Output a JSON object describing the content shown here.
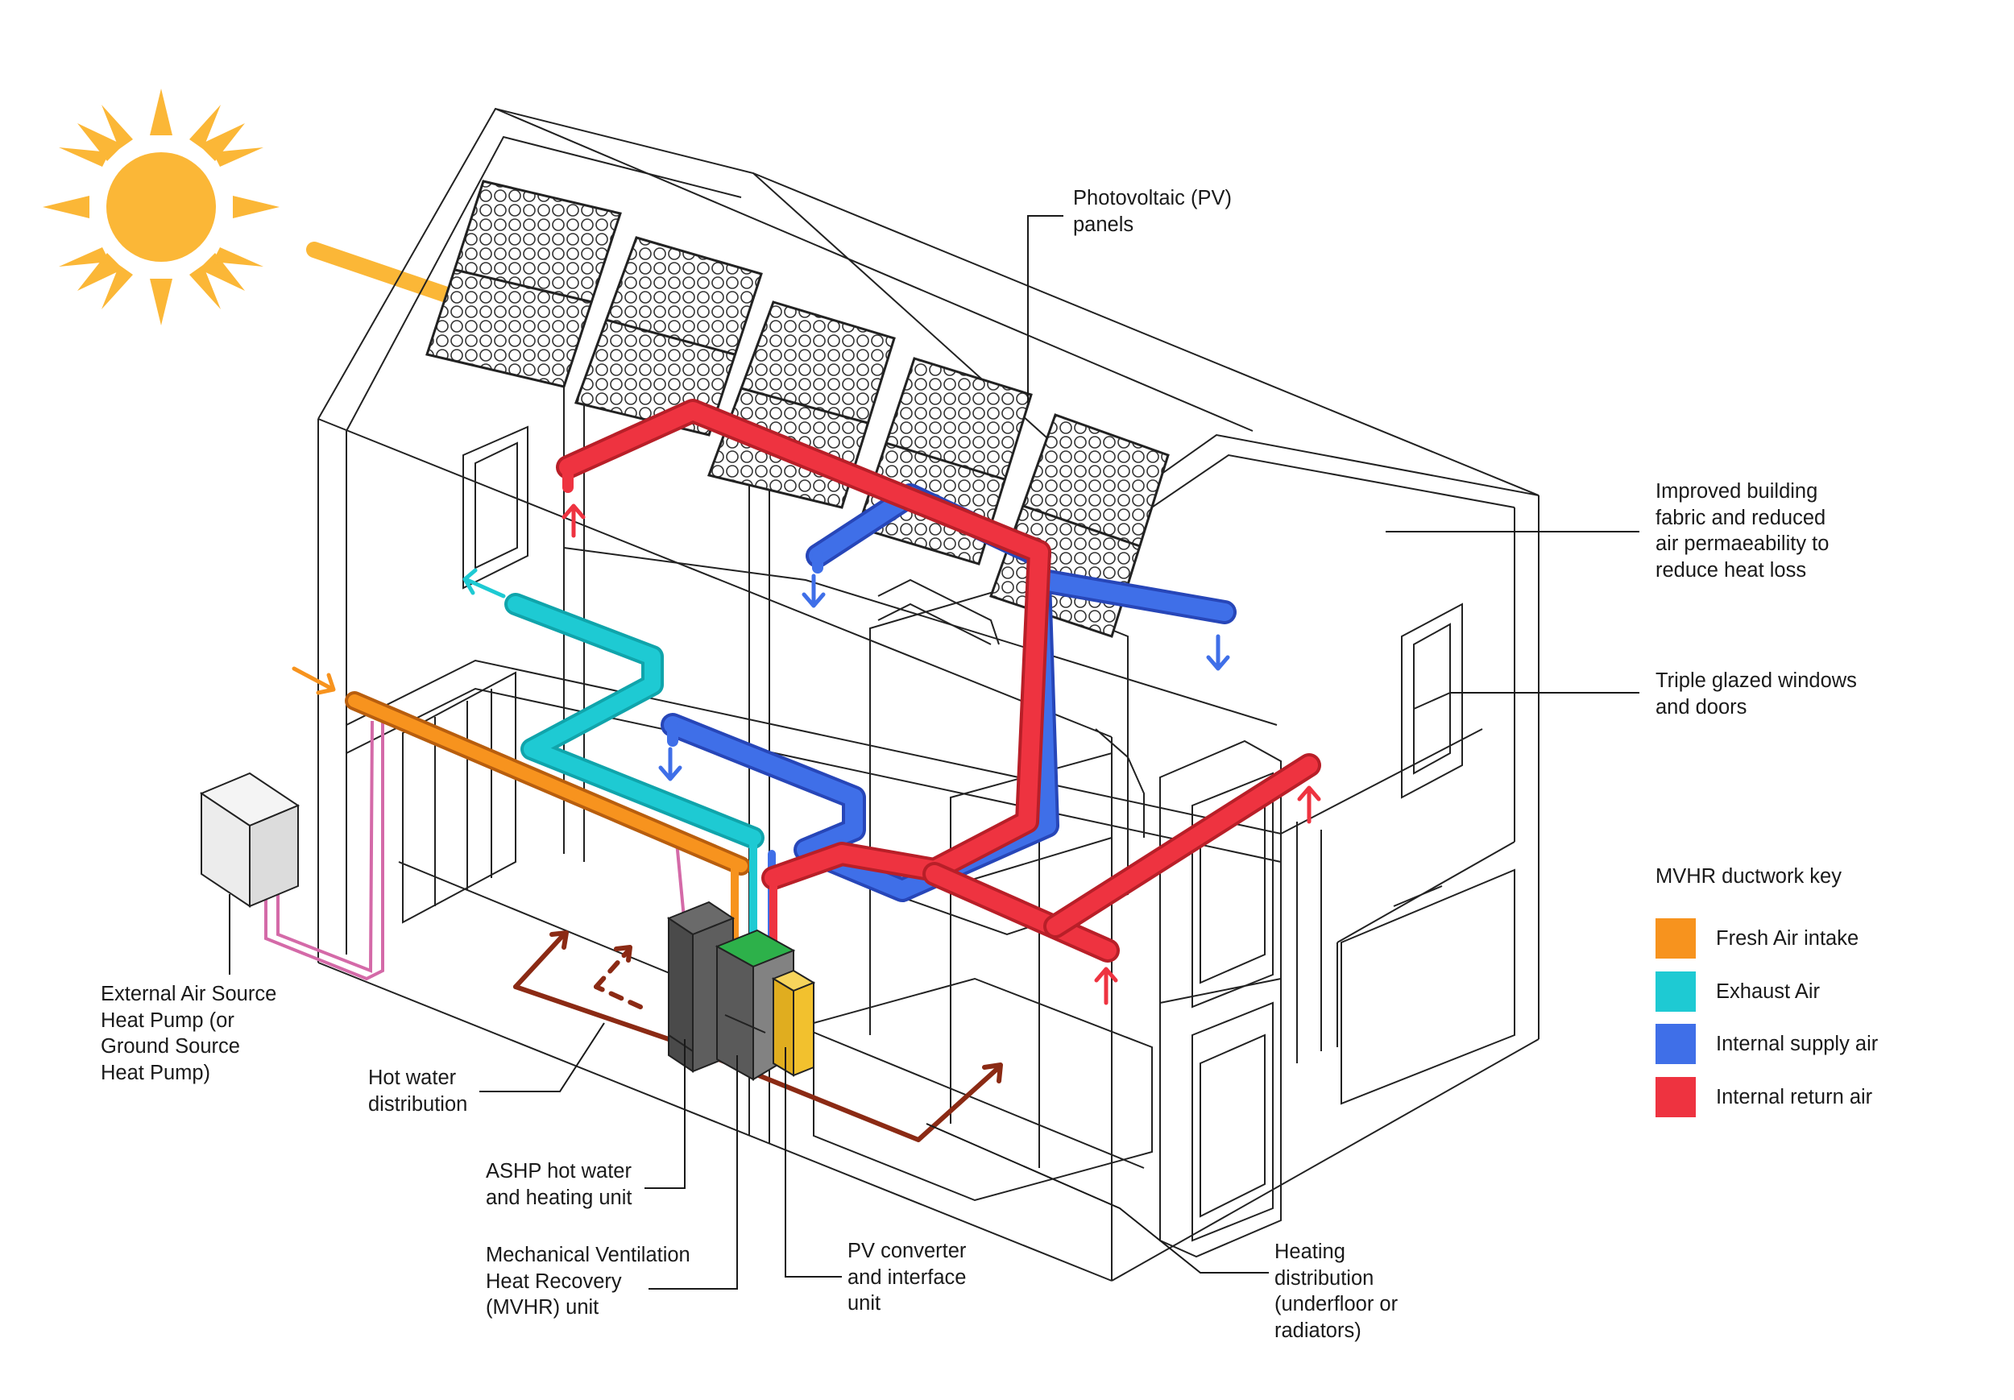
{
  "labels": {
    "pv_panels": [
      "Photovoltaic (PV)",
      "panels"
    ],
    "building_fabric": [
      "Improved building",
      "fabric and reduced",
      "air permaeability to",
      "reduce heat loss"
    ],
    "windows": [
      "Triple glazed windows",
      "and doors"
    ],
    "ashp_external": [
      "External Air Source",
      "Heat Pump (or",
      "Ground Source",
      "Heat Pump)"
    ],
    "hot_water": [
      "Hot water",
      "distribution"
    ],
    "ashp_unit": [
      "ASHP hot water",
      "and heating unit"
    ],
    "mvhr_unit": [
      "Mechanical Ventilation",
      "Heat Recovery",
      "(MVHR) unit"
    ],
    "pv_converter": [
      "PV converter",
      "and interface",
      "unit"
    ],
    "heating_distribution": [
      "Heating",
      "distribution",
      "(underfloor or",
      "radiators)"
    ]
  },
  "key": {
    "title": "MVHR ductwork key",
    "items": [
      {
        "label": "Fresh Air intake",
        "color": "#f7931e"
      },
      {
        "label": "Exhaust Air",
        "color": "#1ecad3"
      },
      {
        "label": "Internal supply air",
        "color": "#3f6fe8"
      },
      {
        "label": "Internal return air",
        "color": "#ee3340"
      }
    ]
  },
  "icons": [
    "sun-icon",
    "sun-ray-arrow-icon"
  ],
  "colors": {
    "sun": "#fbb737",
    "fresh_air": "#f7931e",
    "exhaust_air": "#1ecad3",
    "supply_air": "#3f6fe8",
    "return_air": "#ee3340",
    "hot_water_pipe": "#8b2a14",
    "heat_pump_pipe": "#d46aa8",
    "pv_converter": "#f2c12e",
    "ashp_unit": "#5a5a5a",
    "mvhr_unit": "#7a7a7a"
  }
}
